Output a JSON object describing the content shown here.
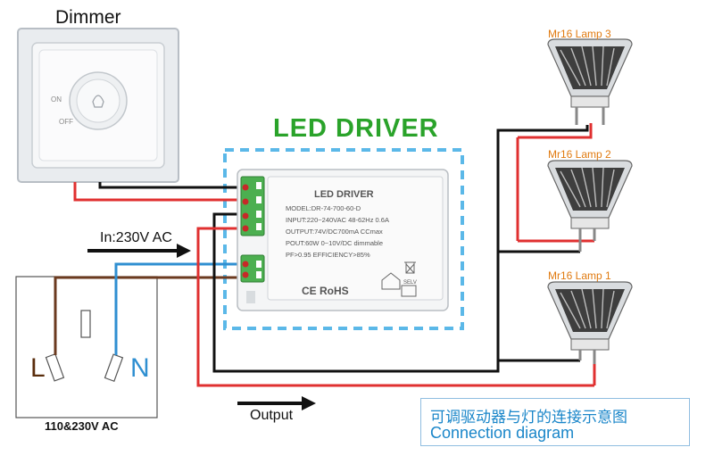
{
  "dimmer": {
    "title": "Dimmer",
    "on_label": "ON",
    "off_label": "OFF"
  },
  "driver": {
    "title": "LED DRIVER",
    "label_title": "LED DRIVER",
    "specs": [
      "MODEL:DR-74-700-60-D",
      "INPUT:220~240VAC 48-62Hz 0.6A",
      "OUTPUT:74V/DC700mA CCmax",
      "POUT:60W 0~10V/DC dimmable",
      "PF>0.95  EFFICIENCY>85%"
    ],
    "cert": "CE RoHS",
    "selv": "SELV"
  },
  "input": {
    "label": "In:230V AC"
  },
  "socket": {
    "label": "110&230V AC",
    "terminal_l": "L",
    "terminal_n": "N"
  },
  "output": {
    "label": "Output"
  },
  "lamps": [
    {
      "label": "Mr16 Lamp 3"
    },
    {
      "label": "Mr16 Lamp 2"
    },
    {
      "label": "Mr16 Lamp 1"
    }
  ],
  "caption": {
    "chinese": "可调驱动器与灯的连接示意图",
    "english": "Connection diagram"
  },
  "colors": {
    "live_wire": "#6b3a1f",
    "neutral_wire": "#2f8fd1",
    "positive_wire": "#e03030",
    "negative_wire": "#111111",
    "driver_title": "#2aa32a",
    "lamp_label": "#e07a10",
    "dashed_border": "#5bb8e8"
  }
}
